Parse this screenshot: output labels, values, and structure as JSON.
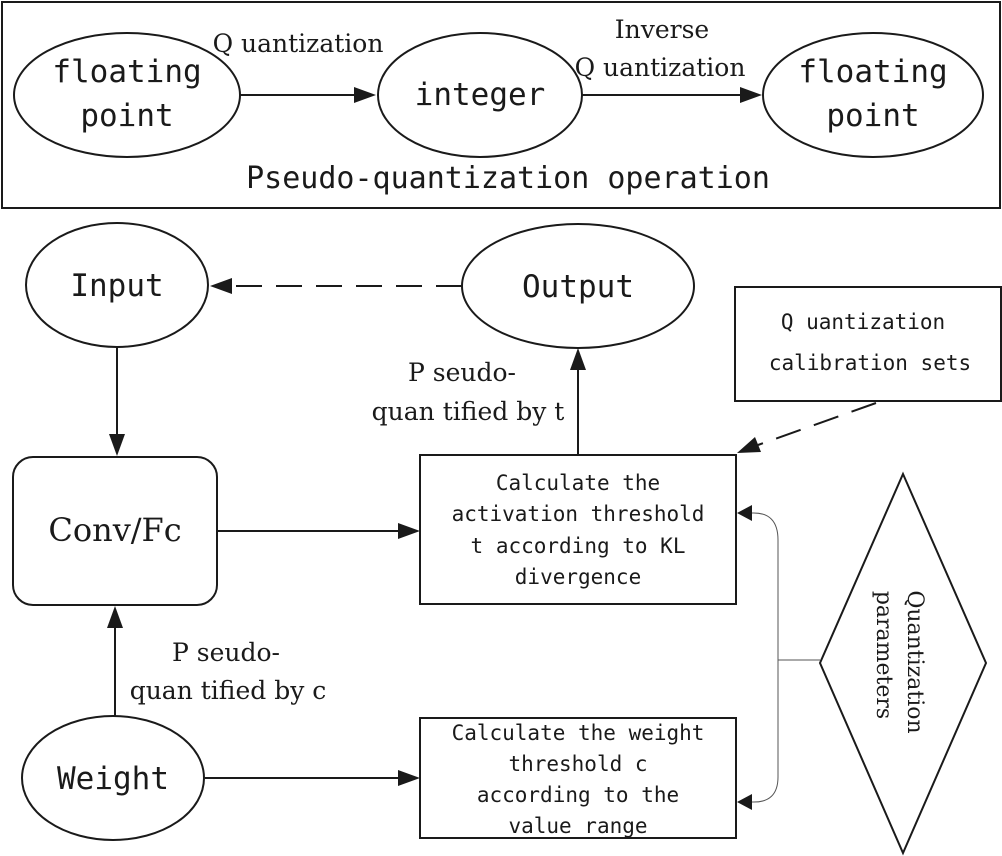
{
  "pseudo_quantization": {
    "caption": "Pseudo-quantization operation",
    "node_floating_point_in": [
      "floating",
      "point"
    ],
    "node_integer": "integer",
    "node_floating_point_out": [
      "floating",
      "point"
    ],
    "edge_quantization": "Q uantization",
    "edge_inverse_quantization": [
      "Inverse",
      "Q uantization"
    ]
  },
  "flow": {
    "input": "Input",
    "output": "Output",
    "conv_fc": "Conv/Fc",
    "weight": "Weight",
    "calibration_sets": [
      "Q uantization",
      "calibration sets"
    ],
    "activation_threshold": [
      "Calculate the",
      "activation threshold",
      "t according to KL",
      "divergence"
    ],
    "weight_threshold": [
      "Calculate the weight",
      "threshold c",
      "according to the",
      "value range"
    ],
    "quantization_parameters": [
      "Quantization",
      "parameters"
    ],
    "pseudo_quantified_t": [
      "P seudo-",
      "quan tified by t"
    ],
    "pseudo_quantified_c": [
      "P seudo-",
      "quan tified by c"
    ]
  }
}
